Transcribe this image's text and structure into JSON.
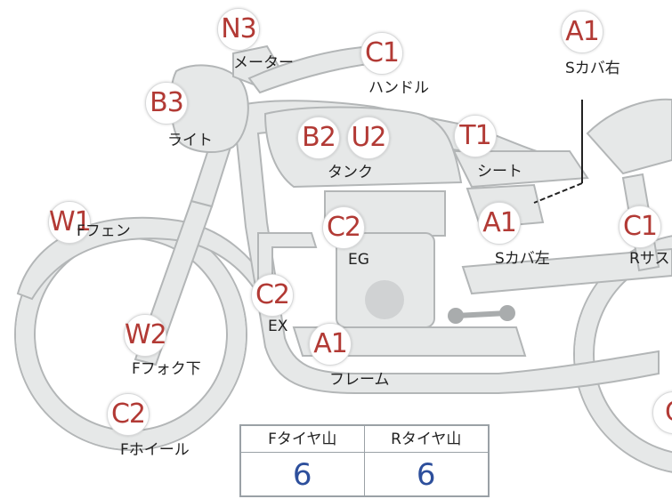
{
  "parts": [
    {
      "id": "meter",
      "code": "N3",
      "name": "メーター"
    },
    {
      "id": "handle",
      "code": "C1",
      "name": "ハンドル"
    },
    {
      "id": "seat-cover-right",
      "code": "A1",
      "name": "Sカバ右"
    },
    {
      "id": "light",
      "code": "B3",
      "name": "ライト"
    },
    {
      "id": "tank",
      "codes": [
        "B2",
        "U2"
      ],
      "name": "タンク"
    },
    {
      "id": "seat",
      "code": "T1",
      "name": "シート"
    },
    {
      "id": "front-fender",
      "code": "W1",
      "name": "Fフェン"
    },
    {
      "id": "engine",
      "code": "C2",
      "name": "EG"
    },
    {
      "id": "seat-cover-left",
      "code": "A1",
      "name": "Sカバ左"
    },
    {
      "id": "rear-suspension",
      "code": "C1",
      "name": "Rサス"
    },
    {
      "id": "exhaust",
      "code": "C2",
      "name": "EX"
    },
    {
      "id": "front-fork",
      "code": "W2",
      "name": "Fフォク下"
    },
    {
      "id": "frame",
      "code": "A1",
      "name": "フレーム"
    },
    {
      "id": "front-wheel",
      "code": "C2",
      "name": "Fホイール"
    },
    {
      "id": "rear-wheel",
      "code": "C"
    }
  ],
  "tire_table": {
    "front_header": "Fタイヤ山",
    "rear_header": "Rタイヤ山",
    "front_value": "6",
    "rear_value": "6"
  },
  "colors": {
    "badge_text": "#b23a35",
    "table_value": "#2d4f9c",
    "part_fill": "#e6e8e8",
    "part_outline": "#b3b6b7"
  }
}
